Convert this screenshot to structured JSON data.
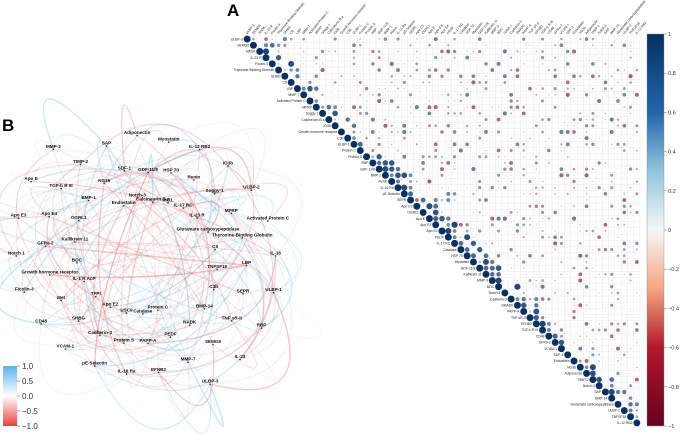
{
  "chart_data": [
    {
      "panel": "A",
      "type": "heatmap",
      "style": "upper-triangular correlation plot, circles sized and colored by correlation",
      "variables": [
        "ULBP-3",
        "SEMG6",
        "NADK",
        "IL-23 R",
        "Ficolin-3",
        "Thyroxine-Binding Globulin",
        "SHBG",
        "C9",
        "LBP",
        "MMP-7",
        "Activated Protein C",
        "MFRP",
        "Soggy-1",
        "Calcineurin B a",
        "IO3b",
        "Growth hormone receptor",
        "C3b",
        "ULBP-1",
        "Protein C",
        "Protein S",
        "RBP",
        "GDF-11/8",
        "BMP-1",
        "Renin",
        "IL-16 Ra",
        "pE-Selectin",
        "SEPR",
        "Apo C3",
        "OGRL1",
        "Apo E",
        "Apo E3",
        "Apo E4",
        "PEDF",
        "IL-17 RC",
        "Catalase",
        "HSP 70",
        "Myostatin",
        "GDF-11/8",
        "Kallikrein 11",
        "MMP-3",
        "BOC",
        "Notch-1",
        "Cadherin-3",
        "SMAD6",
        "PAPP-A",
        "TNF sR-II",
        "EFNB2",
        "TGF-b R III",
        "CD48",
        "GFRa-2",
        "VCAM-1",
        "SDF-1",
        "Endostatin",
        "NG36",
        "Adiponectin",
        "TIMP-2",
        "Notch-3",
        "SAP",
        "BMP-14",
        "Glutamate carboxypeptidase",
        "ULBP-2",
        "TNFSF18",
        "IL-12 RB2"
      ],
      "color_scale": {
        "min": -1,
        "max": 1,
        "ticks": [
          "1",
          "0.8",
          "0.6",
          "0.4",
          "0.2",
          "0",
          "−0.2",
          "−0.4",
          "−0.6",
          "−0.8",
          "−1"
        ],
        "negative_color": "#67001f",
        "zero_color": "#ffffff",
        "positive_color": "#053061"
      }
    },
    {
      "panel": "B",
      "type": "network",
      "style": "circular correlation network, edge color = correlation",
      "nodes": [
        "GDF-11/8",
        "Calcineurin B a",
        "Myostatin",
        "HSP 70",
        "HO1",
        "IL-12 RB2",
        "Renin",
        "IL-17 RC",
        "IO3b",
        "Soggy-1",
        "IL-23 R",
        "ULBP-2",
        "MFRP",
        "Glutamate carboxypeptidase",
        "Activated Protein C",
        "Thyroxine-Binding Globulin",
        "C9",
        "IL-16",
        "LBP",
        "TNFSF18",
        "ULBP-1",
        "SEPR",
        "C3b",
        "RBP",
        "TNF sR-II",
        "BMP-14",
        "IL-23",
        "SEMG6",
        "NADK",
        "ULBP-3",
        "MMP-7",
        "PEDF",
        "Protein C",
        "EFNB2",
        "PAPP-A",
        "Catalase",
        "IL-16 Ra",
        "Protein S",
        "USC9",
        "pE-Selectin",
        "Cadherin-3",
        "Apo E2",
        "VCAM-1",
        "SHBG",
        "TFPI",
        "CD48",
        "Met",
        "IL-1 R AcP",
        "Ficolin-3",
        "Growth hormone receptor",
        "BOC",
        "Notch 1",
        "GFRa-2",
        "Kallikrein 11",
        "Apo E3",
        "Apo E4",
        "OGRL1",
        "Apo E",
        "TGF-b R III",
        "BMP-1",
        "MMP-3",
        "TIMP-2",
        "NG36",
        "Endostatin",
        "SAP",
        "SDF-1",
        "Notch-3",
        "Adiponectin"
      ],
      "legend": {
        "min": -1.0,
        "max": 1.0,
        "ticks": [
          "1.0",
          "0.5",
          "0.0",
          "−0.5",
          "−1.0"
        ],
        "positive_color": "#5ab4ea",
        "negative_color": "#e8423e"
      }
    }
  ],
  "panel_labels": {
    "a": "A",
    "b": "B"
  }
}
